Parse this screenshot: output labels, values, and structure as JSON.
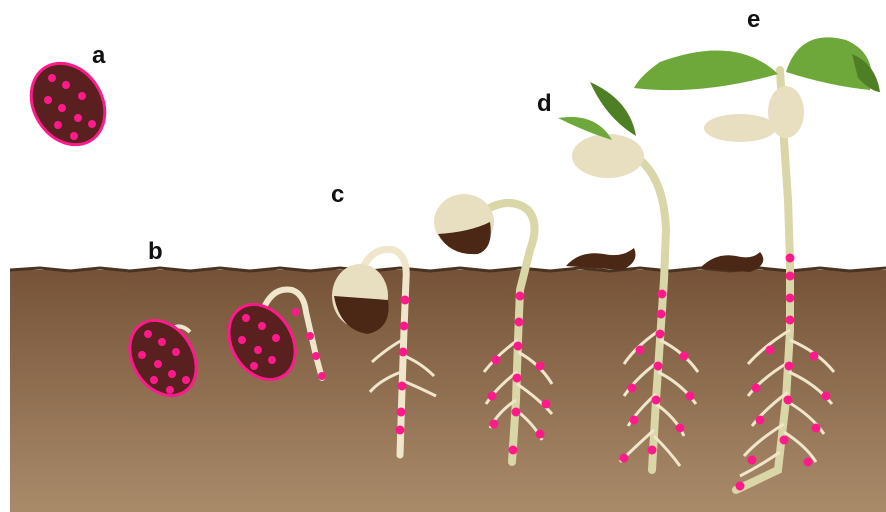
{
  "stages": [
    {
      "id": "a",
      "label": "a"
    },
    {
      "id": "b",
      "label": "b"
    },
    {
      "id": "c",
      "label": "c"
    },
    {
      "id": "d",
      "label": "d"
    },
    {
      "id": "e",
      "label": "e"
    }
  ],
  "colors": {
    "soil_top": "#765338",
    "soil_bottom": "#a98b6a",
    "soil_surface": "#4a3320",
    "seed_dark": "#5a1f1f",
    "seed_coat_brown": "#4b2716",
    "cotyledon": "#e8dfc0",
    "stem": "#d9d6a8",
    "root": "#efe6cc",
    "marker": "#ff1a8c",
    "leaf": "#6fa83a",
    "leaf_dark": "#4f7f24"
  },
  "icons": {
    "seed": "bean-seed-icon",
    "marker": "pink-dot-marker",
    "leaf": "leaf-icon"
  }
}
